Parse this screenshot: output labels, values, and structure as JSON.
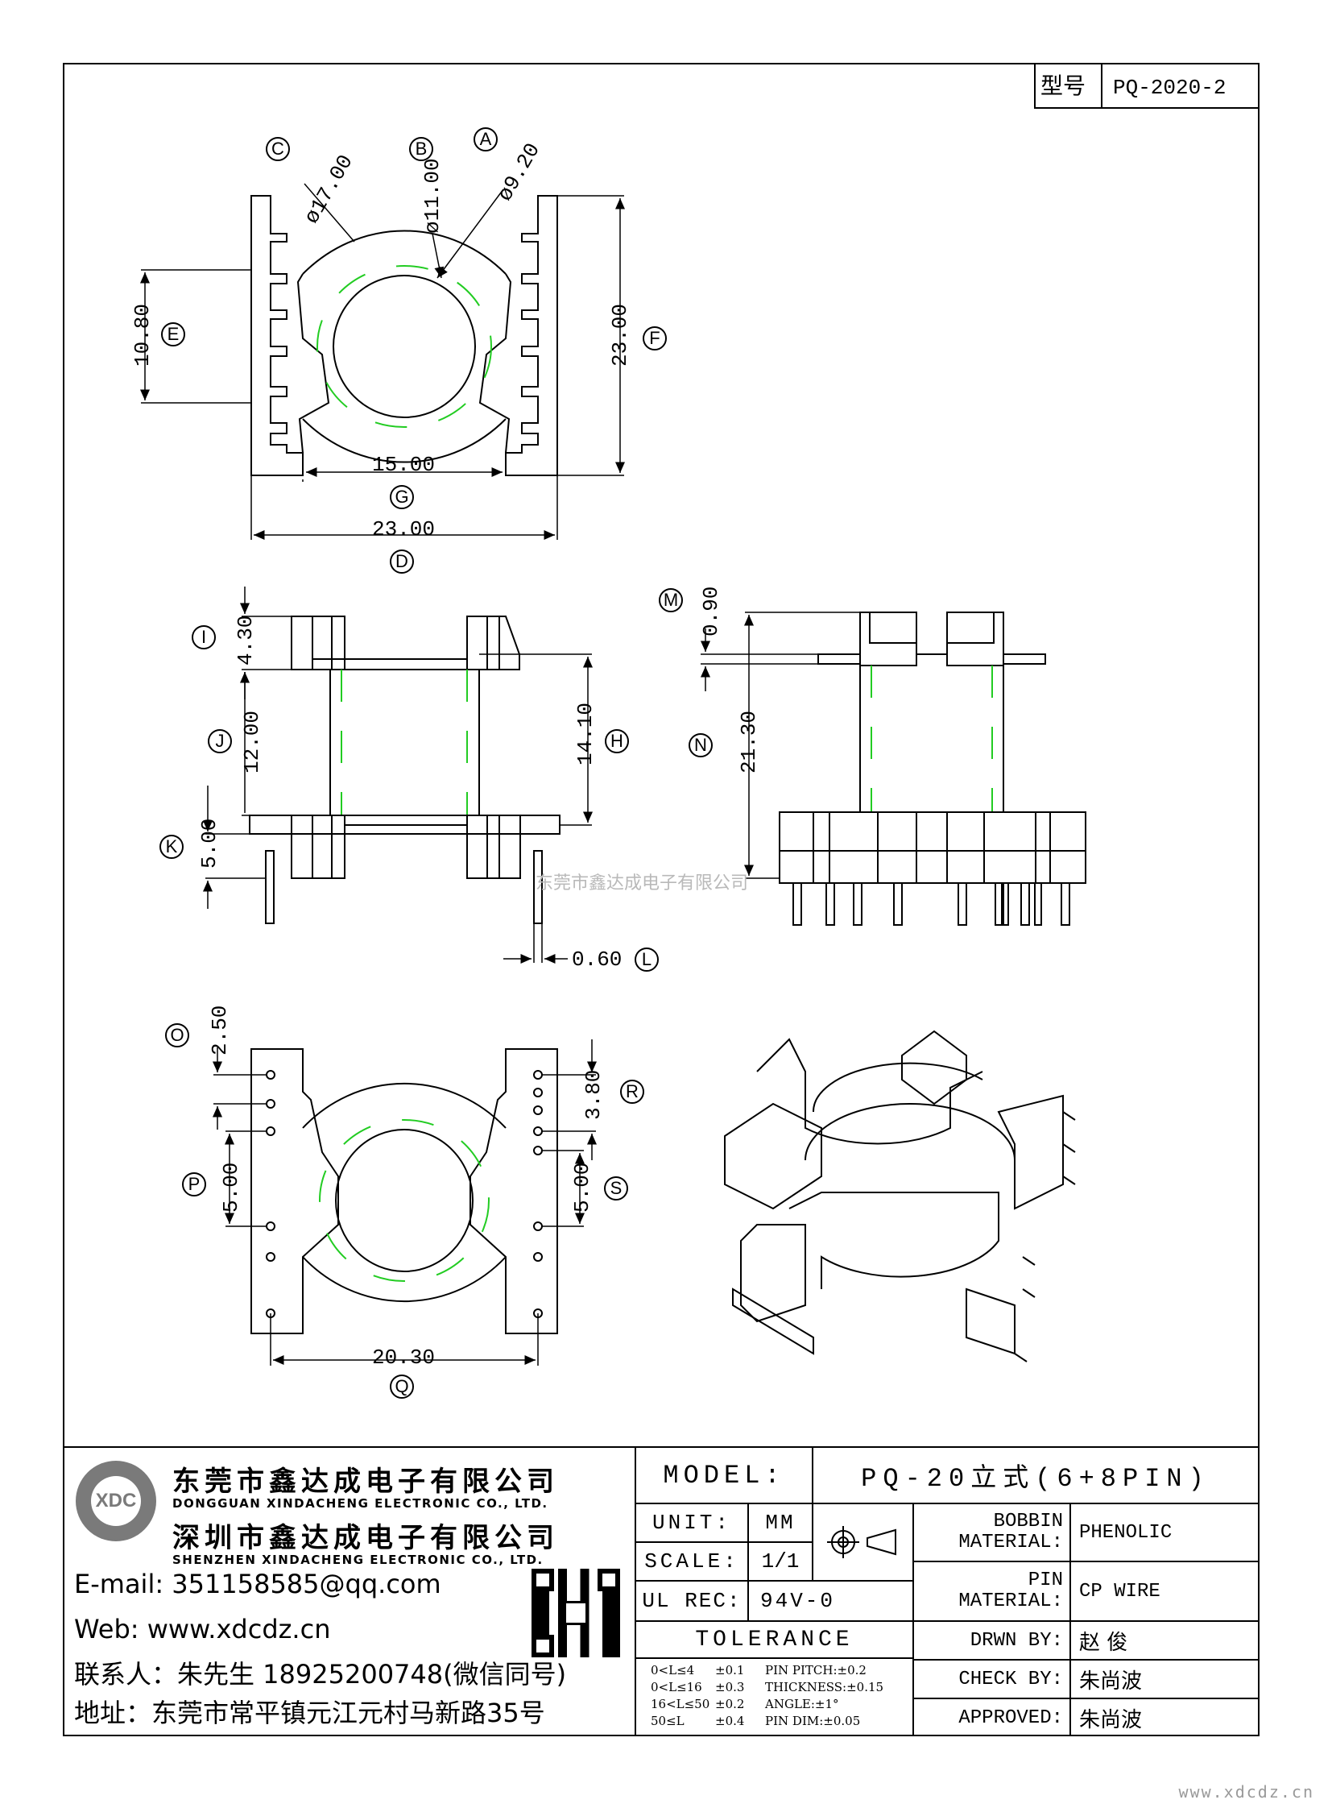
{
  "type_box": {
    "label": "型号",
    "value": "PQ-2020-2"
  },
  "dims": {
    "A": "A",
    "A_val": "ø9.20",
    "B": "B",
    "B_val": "ø11.00",
    "C": "C",
    "C_val": "ø17.00",
    "E": "E",
    "E_val": "10.80",
    "F": "F",
    "F_val": "23.00",
    "G": "G",
    "G_val": "15.00",
    "D": "D",
    "D_val": "23.00",
    "I": "I",
    "I_val": "4.30",
    "J": "J",
    "J_val": "12.00",
    "H": "H",
    "H_val": "14.10",
    "K": "K",
    "K_val": "5.00",
    "L": "L",
    "L_val": "0.60",
    "M": "M",
    "M_val": "0.90",
    "N": "N",
    "N_val": "21.30",
    "O": "O",
    "O_val": "2.50",
    "R": "R",
    "R_val": "3.80",
    "P": "P",
    "P_val": "5.00",
    "S": "S",
    "S_val": "5.00",
    "Q": "Q",
    "Q_val": "20.30"
  },
  "watermark": "东莞市鑫达成电子有限公司",
  "company": {
    "logo_text": "XDC",
    "name_dg": "东莞市鑫达成电子有限公司",
    "name_dg_en": "DONGGUAN XINDACHENG ELECTRONIC CO., LTD.",
    "name_sz": "深圳市鑫达成电子有限公司",
    "name_sz_en": "SHENZHEN XINDACHENG ELECTRONIC CO., LTD.",
    "email": "E-mail:  351158585@qq.com",
    "web": "Web:  www.xdcdz.cn",
    "contact": "联系人：朱先生 18925200748(微信同号)",
    "address": "地址：东莞市常平镇元江元村马新路35号"
  },
  "title_block": {
    "model_label": "MODEL:",
    "model_value": "PQ-20立式(6+8PIN)",
    "unit_label": "UNIT:",
    "unit_value": "MM",
    "scale_label": "SCALE:",
    "scale_value": "1/1",
    "ul_label": "UL REC:",
    "ul_value": "94V-0",
    "tolerance_label": "TOLERANCE",
    "tolerance_rows": [
      {
        "range": "0<L≤4",
        "tol": "±0.1",
        "item": "PIN PITCH:±0.2"
      },
      {
        "range": "0<L≤16",
        "tol": "±0.3",
        "item": "THICKNESS:±0.15"
      },
      {
        "range": "16<L≤50",
        "tol": "±0.2",
        "item": "ANGLE:±1°"
      },
      {
        "range": "50≤L",
        "tol": "±0.4",
        "item": "PIN DIM:±0.05"
      }
    ],
    "bobbin_label_1": "BOBBIN",
    "bobbin_label_2": "MATERIAL:",
    "bobbin_value": "PHENOLIC",
    "pin_label_1": "PIN",
    "pin_label_2": "MATERIAL:",
    "pin_value": "CP WIRE",
    "drawn_label": "DRWN BY:",
    "drawn_value": "赵  俊",
    "check_label": "CHECK BY:",
    "check_value": "朱尚波",
    "approved_label": "APPROVED:",
    "approved_value": "朱尚波"
  },
  "site": "www.xdcdz.cn",
  "colors": {
    "line": "#000000",
    "center_line": "#22cc22",
    "watermark": "#b9b9b9"
  }
}
